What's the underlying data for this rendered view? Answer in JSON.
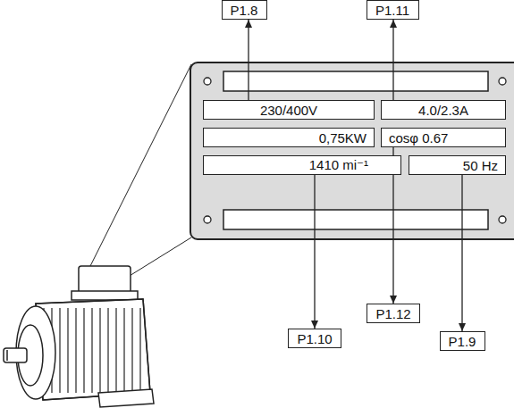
{
  "diagram": {
    "nodes": [
      {
        "text": [
          "P1.8"
        ]
      },
      {
        "text": [
          "P1.11"
        ]
      },
      {
        "text": [
          "230/400V"
        ]
      },
      {
        "text": [
          "4.0/2.3A"
        ]
      },
      {
        "text": [
          "0,75KW"
        ]
      },
      {
        "text": [
          "cosφ 0.67"
        ]
      },
      {
        "text": [
          "1410 mi⁻¹"
        ]
      },
      {
        "text": [
          "50 Hz"
        ]
      },
      {
        "text": [
          "P1.12"
        ]
      },
      {
        "text": [
          "P1.10"
        ]
      },
      {
        "text": [
          "P1.9"
        ]
      }
    ],
    "edges": [
      {
        "from": 2,
        "to": 0,
        "arrow": "to"
      },
      {
        "from": 3,
        "to": 1,
        "arrow": "to"
      },
      {
        "from": 5,
        "to": 8,
        "arrow": "to"
      },
      {
        "from": 6,
        "to": 9,
        "arrow": "to"
      },
      {
        "from": 7,
        "to": 10,
        "arrow": "to"
      }
    ]
  }
}
